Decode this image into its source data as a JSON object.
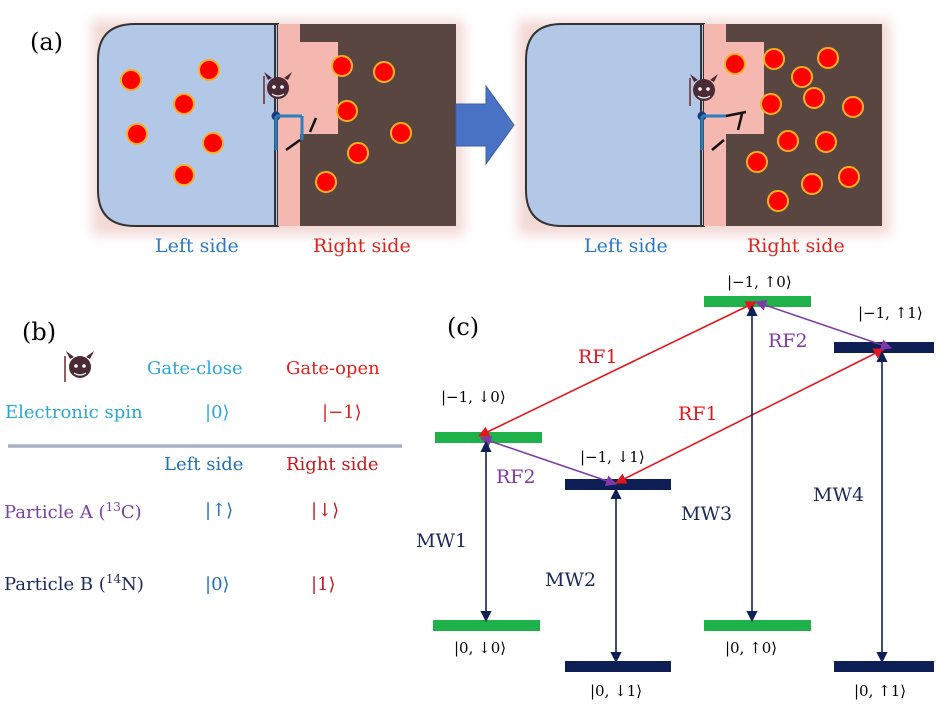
{
  "panel_a": {
    "label": "(a)",
    "left_caption": "Left side",
    "right_caption": "Right side",
    "after_left_caption": "Left side",
    "after_right_caption": "Right side"
  },
  "panel_b": {
    "label": "(b)",
    "col_gate_close": "Gate-close",
    "col_gate_open": "Gate-open",
    "row_electronic": "Electronic spin",
    "electronic_close": "|0⟩",
    "electronic_open": "|−1⟩",
    "col_left": "Left side",
    "col_right": "Right side",
    "row_particle_a_prefix": "Particle A (",
    "row_particle_a_mass": "13",
    "row_particle_a_suffix": "C)",
    "particle_a_left": "|↑⟩",
    "particle_a_right": "|↓⟩",
    "row_particle_b_prefix": "Particle B (",
    "row_particle_b_mass": "14",
    "row_particle_b_suffix": "N)",
    "particle_b_left": "|0⟩",
    "particle_b_right": "|1⟩"
  },
  "panel_c": {
    "label": "(c)",
    "levels": {
      "m1_up0": "|−1, ↑0⟩",
      "m1_up1": "|−1, ↑1⟩",
      "m1_down0": "|−1, ↓0⟩",
      "m1_down1": "|−1, ↓1⟩",
      "z_down0": "|0, ↓0⟩",
      "z_down1": "|0, ↓1⟩",
      "z_up0": "|0, ↑0⟩",
      "z_up1": "|0, ↑1⟩"
    },
    "transitions": {
      "rf1_top": "RF1",
      "rf2_top": "RF2",
      "rf1_mid": "RF1",
      "rf2_mid": "RF2",
      "mw1": "MW1",
      "mw2": "MW2",
      "mw3": "MW3",
      "mw4": "MW4"
    }
  },
  "colors": {
    "left_region": "#b3c7e6",
    "right_region": "#5a4641",
    "gate_pink": "#f4b8b0",
    "particle_fill": "#ff0000",
    "particle_border": "#ffb020",
    "arrow_blue": "#4a72c4",
    "cyan_text": "#2aa7d8",
    "red_text": "#e0201a",
    "blue_text": "#1f6fb8",
    "purple_text": "#7b3fa0",
    "navy_text": "#1a2a5a",
    "green_level": "#1fb14a",
    "navy_level": "#0e1f55",
    "rf_red": "#e3161b",
    "rf_purple": "#7d3aa8"
  }
}
